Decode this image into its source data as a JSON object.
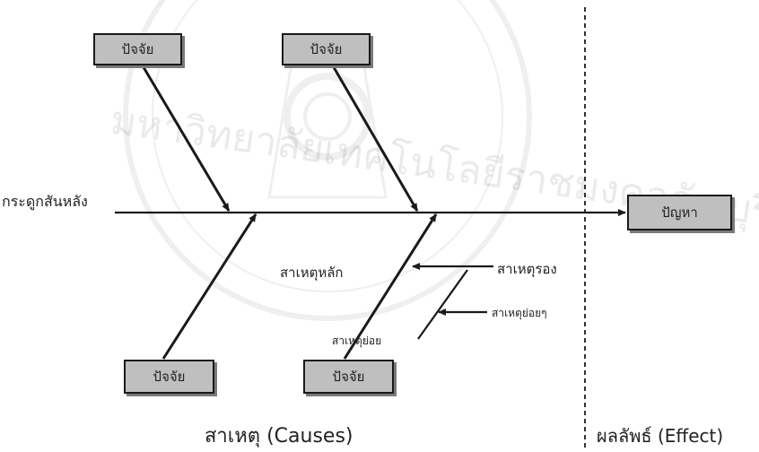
{
  "diagram": {
    "boxes": {
      "top_left": "ปัจจัย",
      "top_right": "ปัจจัย",
      "bottom_left": "ปัจจัย",
      "bottom_right": "ปัจจัย",
      "problem": "ปัญหา"
    },
    "labels": {
      "spine": "กระดูกสันหลัง",
      "main_cause": "สาเหตุหลัก",
      "secondary_cause": "สาเหตุรอง",
      "sub_cause": "สาเหตุย่อย",
      "minor_cause": "สาเหตุย่อยๆ"
    },
    "sections": {
      "causes": "สาเหตุ (Causes)",
      "effect": "ผลลัพธ์ (Effect)"
    },
    "watermark": "มหาวิทยาลัยเทคโนโลยีราชมงคลธัญบุรี"
  },
  "colors": {
    "box_fill": "#bfbfbf",
    "line": "#1a1a1a",
    "shadow": "#7a7a7a"
  }
}
